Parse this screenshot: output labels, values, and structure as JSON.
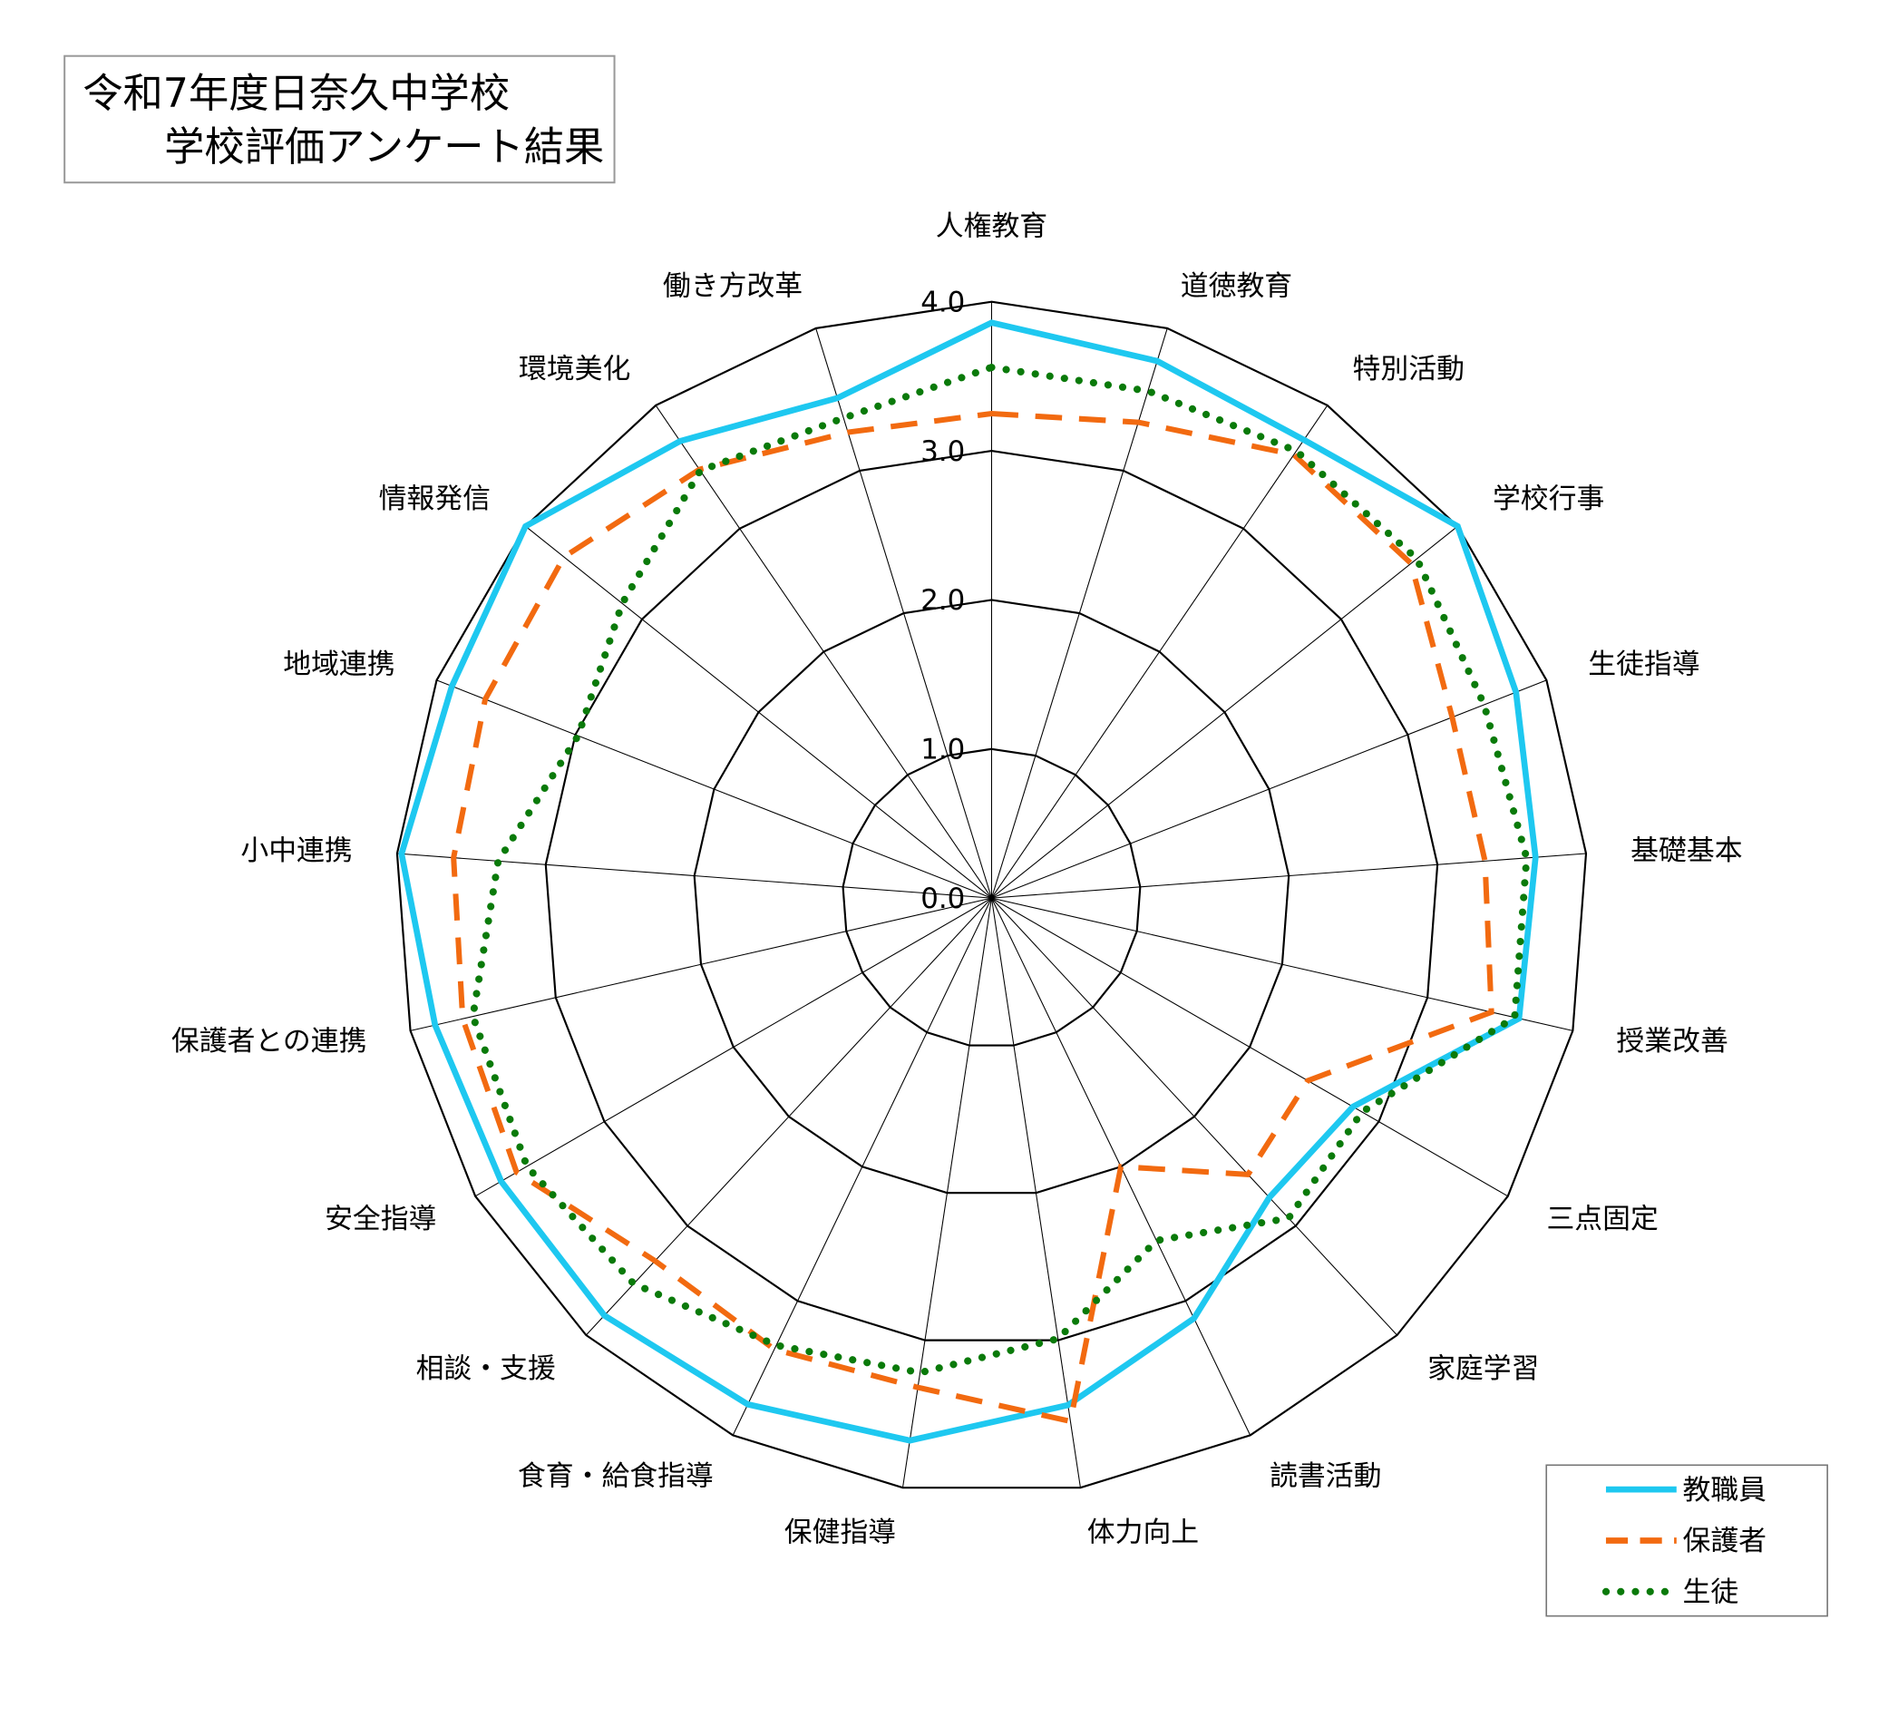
{
  "chart_data": {
    "type": "radar",
    "title": [
      "令和7年度日奈久中学校",
      "学校評価アンケート結果"
    ],
    "categories": [
      "人権教育",
      "道徳教育",
      "特別活動",
      "学校行事",
      "生徒指導",
      "基礎基本",
      "授業改善",
      "三点固定",
      "家庭学習",
      "読書活動",
      "体力向上",
      "保健指導",
      "食育・給食指導",
      "相談・支援",
      "安全指導",
      "保護者との連携",
      "小中連携",
      "地域連携",
      "情報発信",
      "環境美化",
      "働き方改革"
    ],
    "rlim": [
      0,
      4
    ],
    "ticks": [
      "0.0",
      "1.0",
      "2.0",
      "3.0",
      "4.0"
    ],
    "legend_position": "bottom-right",
    "series": [
      {
        "name": "教職員",
        "color": "#1ec8f0",
        "style": "solid",
        "values": [
          3.86,
          3.77,
          3.72,
          4.0,
          3.78,
          3.66,
          3.63,
          2.8,
          2.74,
          3.13,
          3.44,
          3.68,
          3.77,
          3.82,
          3.8,
          3.83,
          3.97,
          3.89,
          4.0,
          3.71,
          3.51
        ]
      },
      {
        "name": "保護者",
        "color": "#f26a10",
        "style": "dashed",
        "values": [
          3.25,
          3.34,
          3.6,
          3.6,
          3.32,
          3.32,
          3.44,
          2.45,
          2.53,
          2.0,
          3.55,
          3.32,
          3.36,
          3.32,
          3.68,
          3.64,
          3.62,
          3.65,
          3.67,
          3.48,
          3.27
        ]
      },
      {
        "name": "生徒",
        "color": "#0a7a0a",
        "style": "dotted",
        "values": [
          3.56,
          3.56,
          3.63,
          3.65,
          3.55,
          3.6,
          3.6,
          2.87,
          2.93,
          2.55,
          2.99,
          3.22,
          3.33,
          3.53,
          3.6,
          3.57,
          3.32,
          2.98,
          3.17,
          3.47,
          3.37
        ]
      }
    ]
  }
}
